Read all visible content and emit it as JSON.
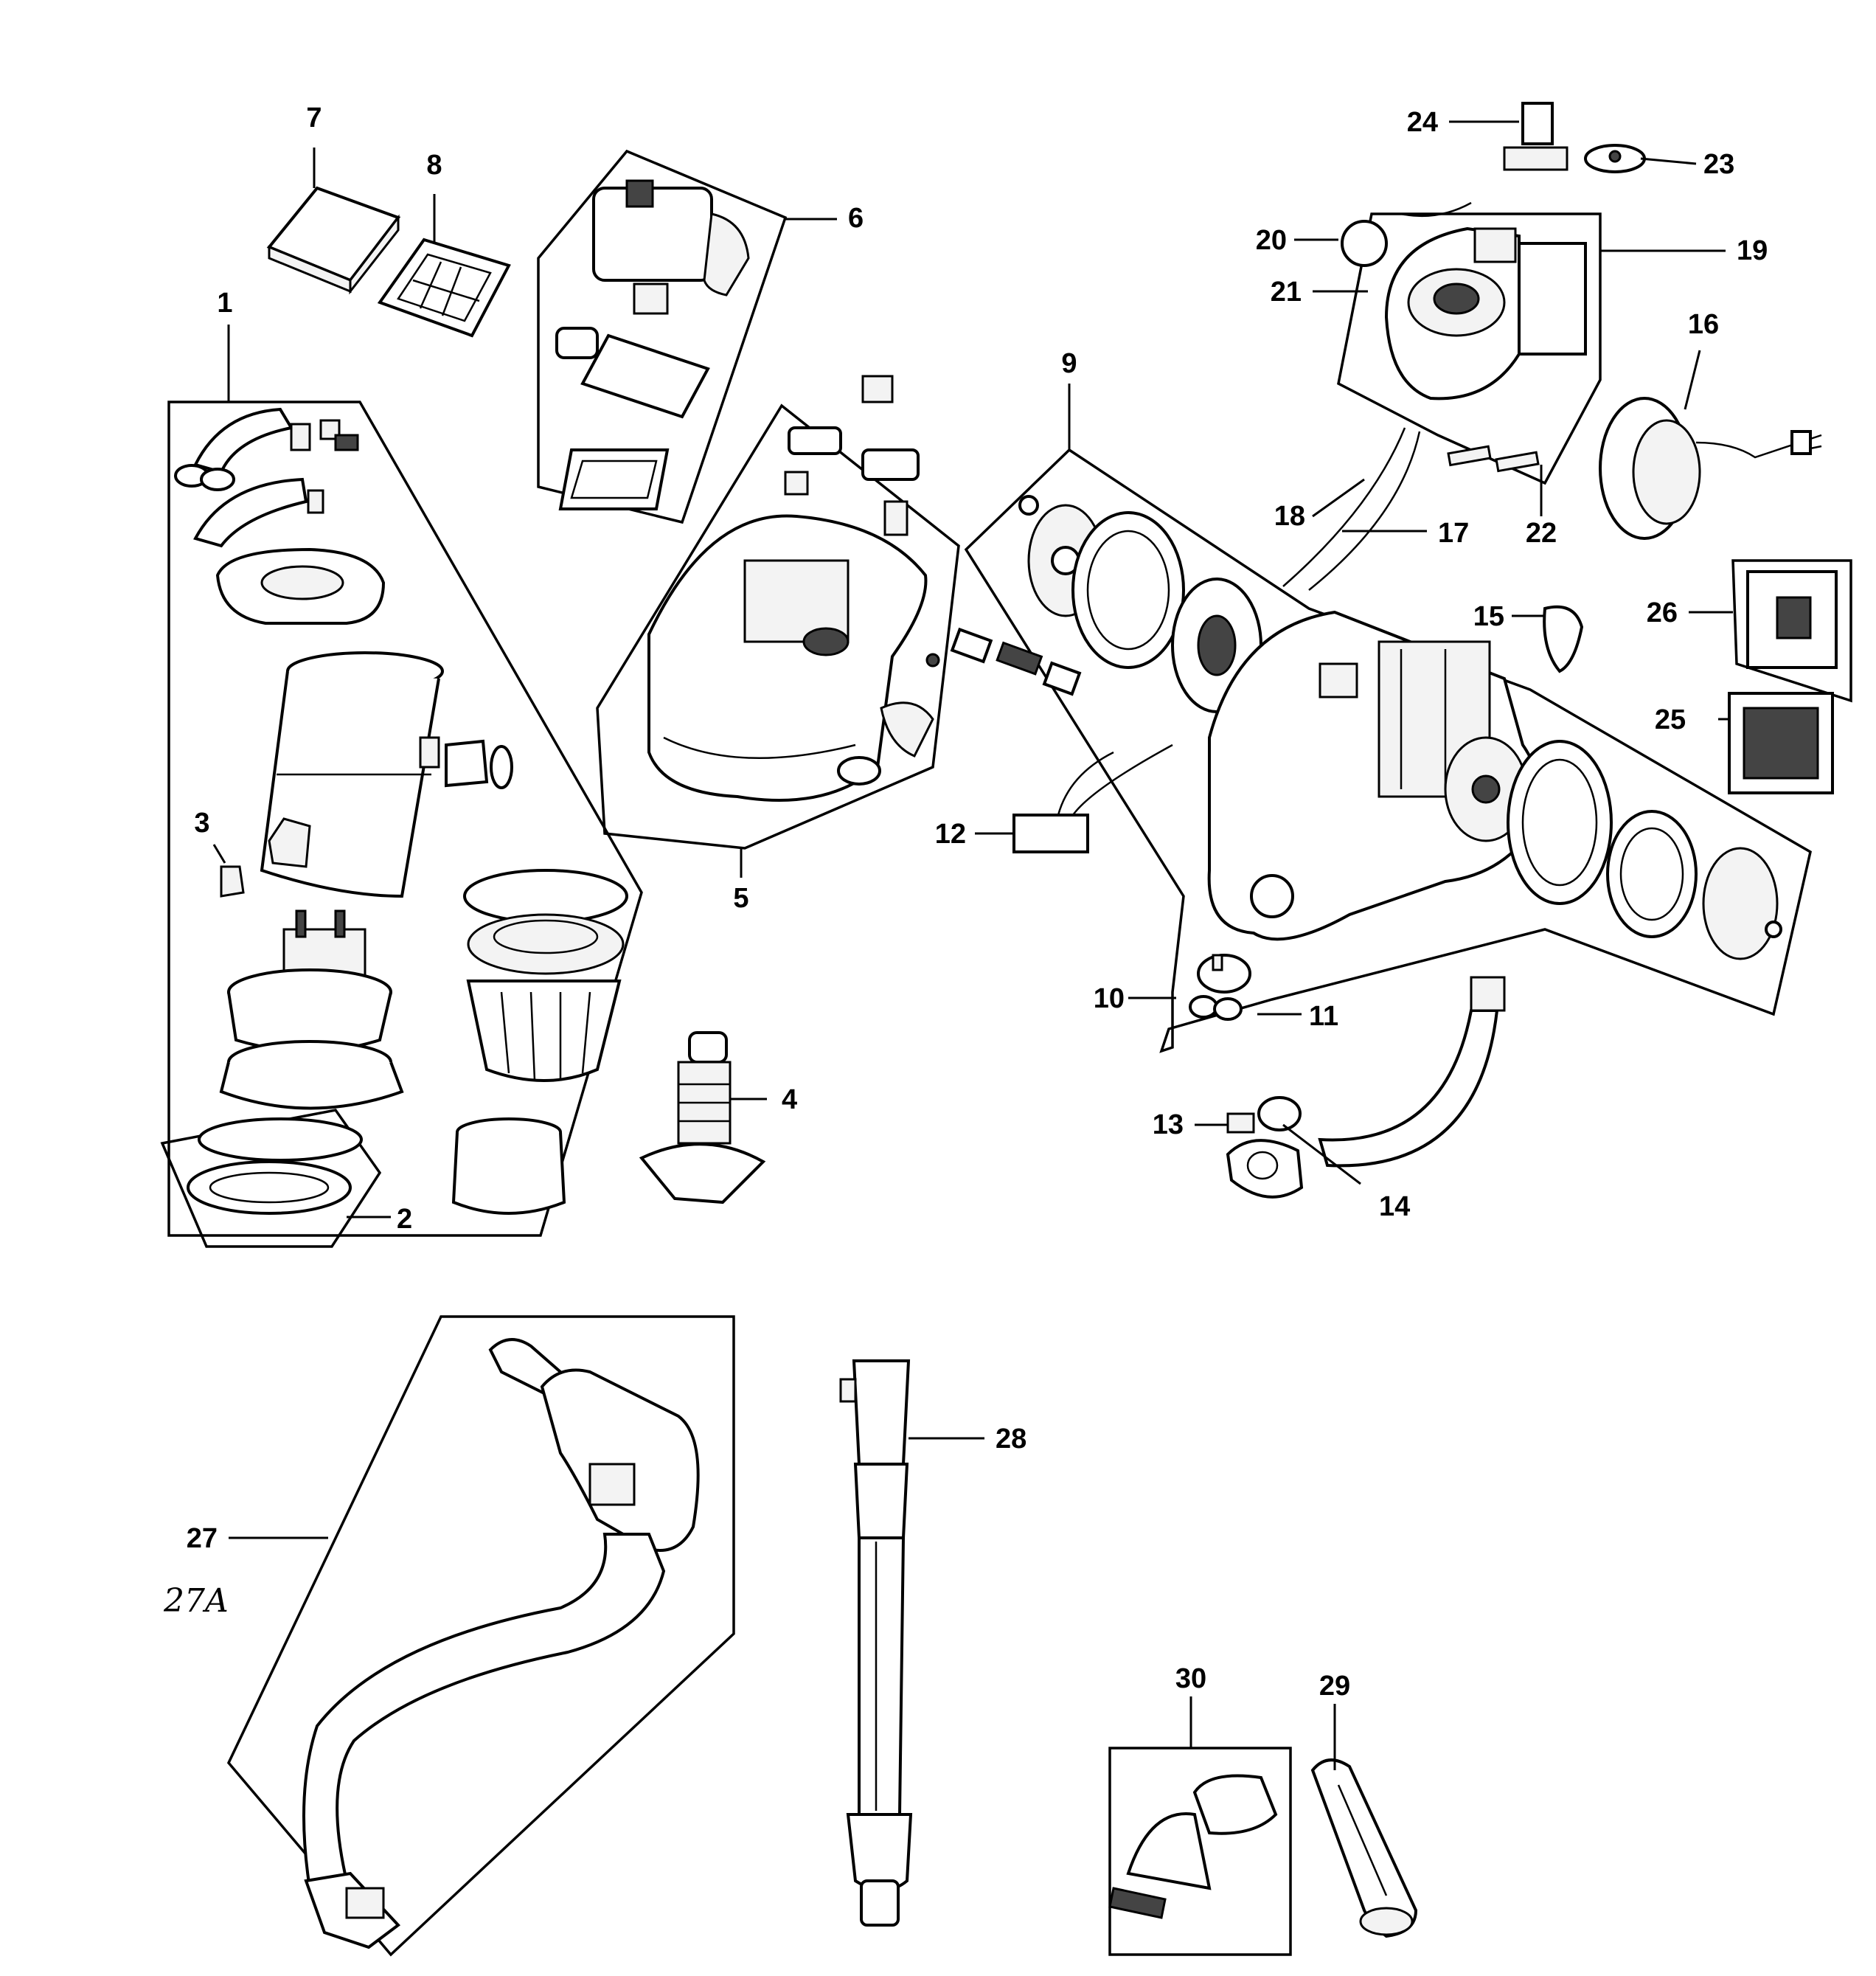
{
  "diagram": {
    "callouts": [
      "1",
      "2",
      "3",
      "4",
      "5",
      "6",
      "7",
      "8",
      "9",
      "10",
      "11",
      "12",
      "13",
      "14",
      "15",
      "16",
      "17",
      "18",
      "19",
      "20",
      "21",
      "22",
      "23",
      "24",
      "25",
      "26",
      "27",
      "28",
      "29",
      "30"
    ],
    "handwritten_note": "27A"
  }
}
